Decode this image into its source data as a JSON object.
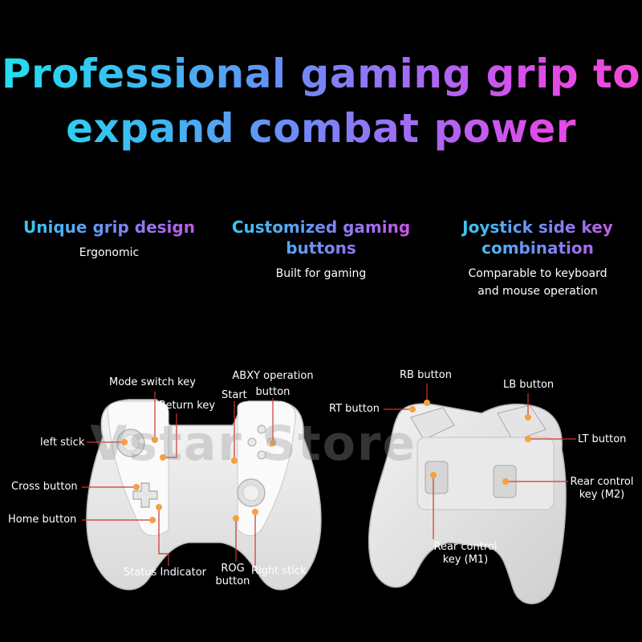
{
  "headline": {
    "line1": "Professional gaming grip to",
    "line2": "expand combat power"
  },
  "features": [
    {
      "title": "Unique grip design",
      "desc": "Ergonomic"
    },
    {
      "title": "Customized gaming buttons",
      "desc": "Built for gaming"
    },
    {
      "title": "Joystick side key combination",
      "desc": "Comparable to keyboard and mouse operation"
    }
  ],
  "watermark": "Vstar Store",
  "front_labels": {
    "mode_switch": "Mode switch key",
    "return_key": "Return key",
    "abxy": "ABXY operation button",
    "start": "Start",
    "left_stick": "left stick",
    "cross": "Cross button",
    "home": "Home button",
    "status": "Status Indicator",
    "rog": "ROG button",
    "right_stick": "Right stick"
  },
  "rear_labels": {
    "rb": "RB button",
    "lb": "LB button",
    "rt": "RT button",
    "lt": "LT button",
    "m2": "Rear control key (M2)",
    "m1": "Rear control key (M1)"
  },
  "colors": {
    "callout": "#d0342c",
    "marker": "#f5a040",
    "controller": "#eeeeee"
  }
}
